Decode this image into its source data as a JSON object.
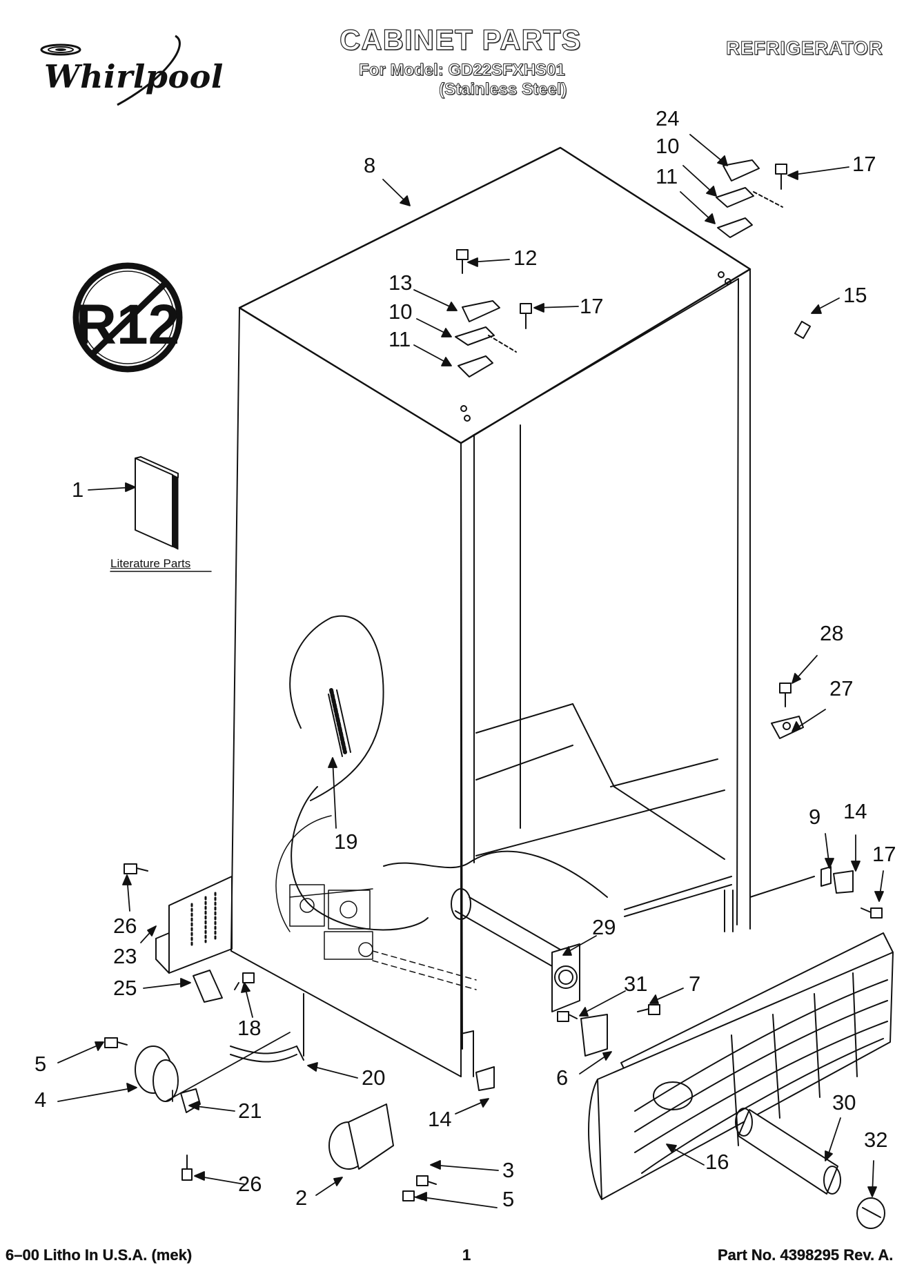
{
  "header": {
    "brand": "Whirlpool",
    "title": "CABINET PARTS",
    "model_line": "For Model: GD22SFXHS01",
    "finish_line": "(Stainless Steel)",
    "appliance": "REFRIGERATOR"
  },
  "diagram": {
    "no_r12_symbol_text": "R12",
    "literature_label": "Literature Parts",
    "callouts": [
      "1",
      "2",
      "3",
      "4",
      "5",
      "5",
      "6",
      "7",
      "8",
      "9",
      "10",
      "10",
      "11",
      "11",
      "12",
      "13",
      "14",
      "14",
      "15",
      "16",
      "17",
      "17",
      "17",
      "18",
      "19",
      "20",
      "21",
      "23",
      "24",
      "25",
      "26",
      "26",
      "27",
      "28",
      "29",
      "30",
      "31",
      "32"
    ]
  },
  "footer": {
    "left": "6–00 Litho In U.S.A. (mek)",
    "page": "1",
    "right": "Part No. 4398295 Rev. A."
  }
}
